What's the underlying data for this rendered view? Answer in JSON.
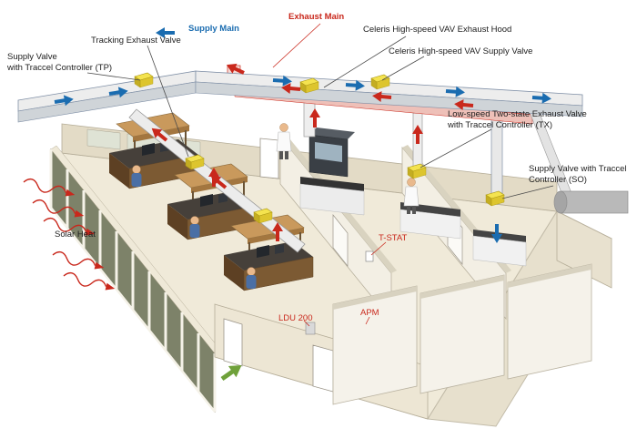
{
  "diagram": {
    "type": "isometric-cutaway-illustration",
    "subject": "Laboratory airflow / lab ventilation control system",
    "labels": {
      "supply_valve_tp": "Supply Valve\nwith Traccel Controller (TP)",
      "tracking_exhaust_valve": "Tracking Exhaust Valve",
      "supply_main": "Supply Main",
      "exhaust_main": "Exhaust Main",
      "celeris_exhaust_hood": "Celeris High-speed VAV Exhaust Hood",
      "celeris_supply_valve": "Celeris High-speed VAV Supply Valve",
      "low_speed_exhaust_tx": "Low-speed Two-state Exhaust Valve\nwith Traccel Controller (TX)",
      "supply_valve_so": "Supply Valve with Traccel\nController (SO)",
      "solar_heat": "Solar Heat",
      "t_stat": "T-STAT",
      "ldu_200": "LDU 200",
      "apm": "APM"
    },
    "colors": {
      "supply_air": "#1a6cb0",
      "exhaust_air": "#c9281c",
      "valve_yellow": "#f4e34f",
      "wall_beige": "#ece5d3",
      "wood_bench": "#7c5a33",
      "occupancy_green": "#6fa13a",
      "background": "#ffffff"
    }
  }
}
